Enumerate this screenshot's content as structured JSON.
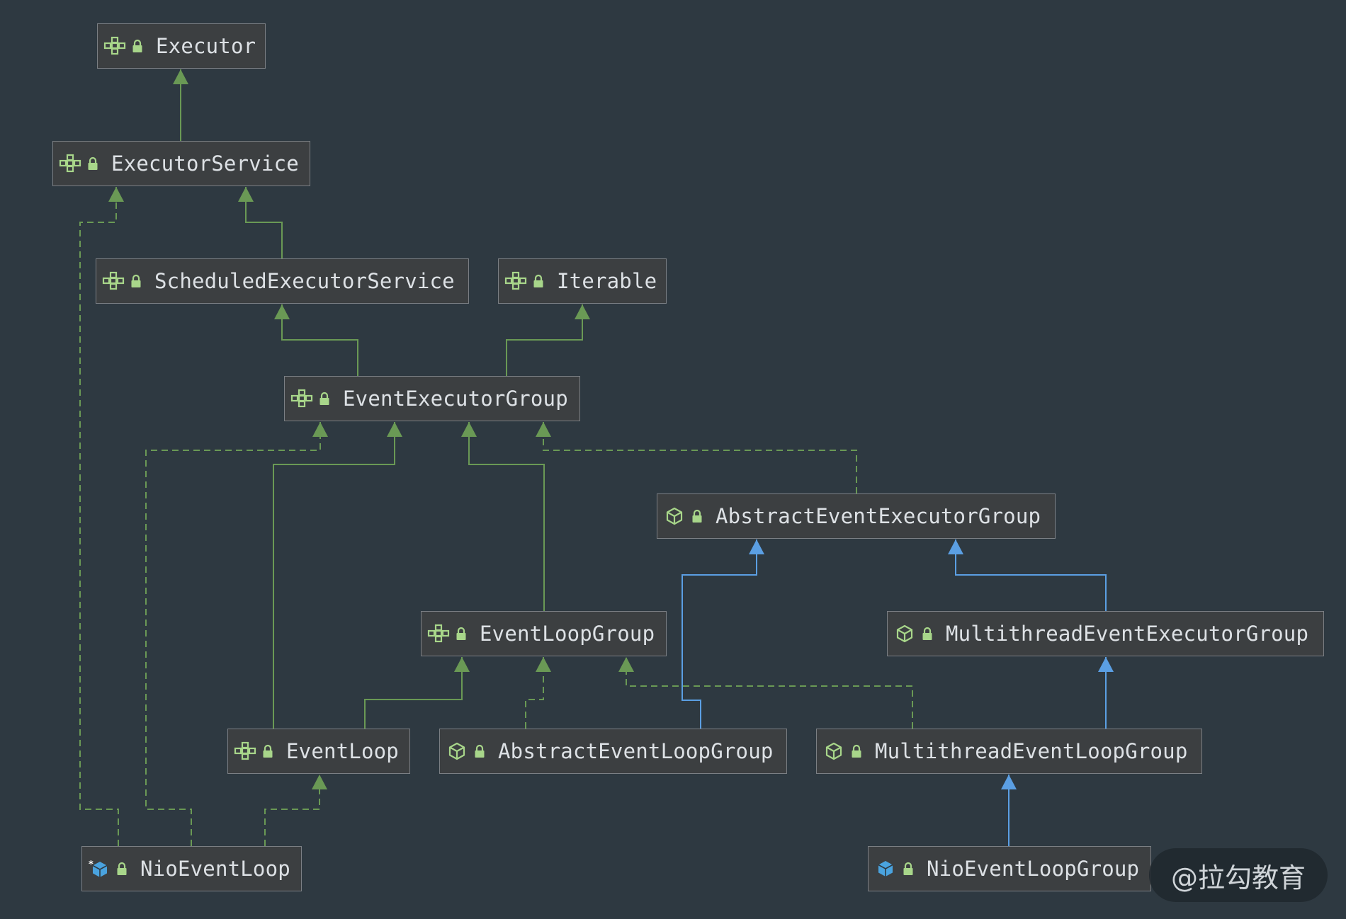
{
  "colors": {
    "background": "#2e3941",
    "node_fill": "#3c3f41",
    "node_border": "#7b7f84",
    "node_text": "#dde1e5",
    "interface_edge": "#6a9955",
    "class_edge": "#5b9fe3",
    "icon_green": "#a8d68a",
    "icon_blue": "#4aa3df"
  },
  "nodes": {
    "executor": {
      "label": "Executor",
      "kind": "interface"
    },
    "executor_service": {
      "label": "ExecutorService",
      "kind": "interface"
    },
    "scheduled_executor_service": {
      "label": "ScheduledExecutorService",
      "kind": "interface"
    },
    "iterable": {
      "label": "Iterable",
      "kind": "interface"
    },
    "event_executor_group": {
      "label": "EventExecutorGroup",
      "kind": "interface"
    },
    "abstract_event_executor_group": {
      "label": "AbstractEventExecutorGroup",
      "kind": "abstract-class"
    },
    "event_loop_group": {
      "label": "EventLoopGroup",
      "kind": "interface"
    },
    "multithread_event_executor_group": {
      "label": "MultithreadEventExecutorGroup",
      "kind": "abstract-class"
    },
    "event_loop": {
      "label": "EventLoop",
      "kind": "interface"
    },
    "abstract_event_loop_group": {
      "label": "AbstractEventLoopGroup",
      "kind": "abstract-class"
    },
    "multithread_event_loop_group": {
      "label": "MultithreadEventLoopGroup",
      "kind": "abstract-class"
    },
    "nio_event_loop": {
      "label": "NioEventLoop",
      "kind": "final-class"
    },
    "nio_event_loop_group": {
      "label": "NioEventLoopGroup",
      "kind": "class"
    }
  },
  "edges": [
    {
      "from": "executor_service",
      "to": "executor",
      "relation": "extends"
    },
    {
      "from": "scheduled_executor_service",
      "to": "executor_service",
      "relation": "extends"
    },
    {
      "from": "nio_event_loop",
      "to": "executor_service",
      "relation": "implements"
    },
    {
      "from": "event_executor_group",
      "to": "scheduled_executor_service",
      "relation": "extends"
    },
    {
      "from": "event_executor_group",
      "to": "iterable",
      "relation": "extends"
    },
    {
      "from": "nio_event_loop",
      "to": "event_executor_group",
      "relation": "implements"
    },
    {
      "from": "event_loop",
      "to": "event_executor_group",
      "relation": "extends"
    },
    {
      "from": "event_loop_group",
      "to": "event_executor_group",
      "relation": "extends"
    },
    {
      "from": "abstract_event_executor_group",
      "to": "event_executor_group",
      "relation": "implements"
    },
    {
      "from": "abstract_event_loop_group",
      "to": "abstract_event_executor_group",
      "relation": "extends"
    },
    {
      "from": "multithread_event_executor_group",
      "to": "abstract_event_executor_group",
      "relation": "extends"
    },
    {
      "from": "event_loop",
      "to": "event_loop_group",
      "relation": "extends"
    },
    {
      "from": "abstract_event_loop_group",
      "to": "event_loop_group",
      "relation": "implements"
    },
    {
      "from": "multithread_event_loop_group",
      "to": "event_loop_group",
      "relation": "implements"
    },
    {
      "from": "multithread_event_loop_group",
      "to": "multithread_event_executor_group",
      "relation": "extends"
    },
    {
      "from": "nio_event_loop",
      "to": "event_loop",
      "relation": "implements"
    },
    {
      "from": "nio_event_loop_group",
      "to": "multithread_event_loop_group",
      "relation": "extends"
    }
  ],
  "watermark": {
    "text": "@拉勾教育"
  }
}
